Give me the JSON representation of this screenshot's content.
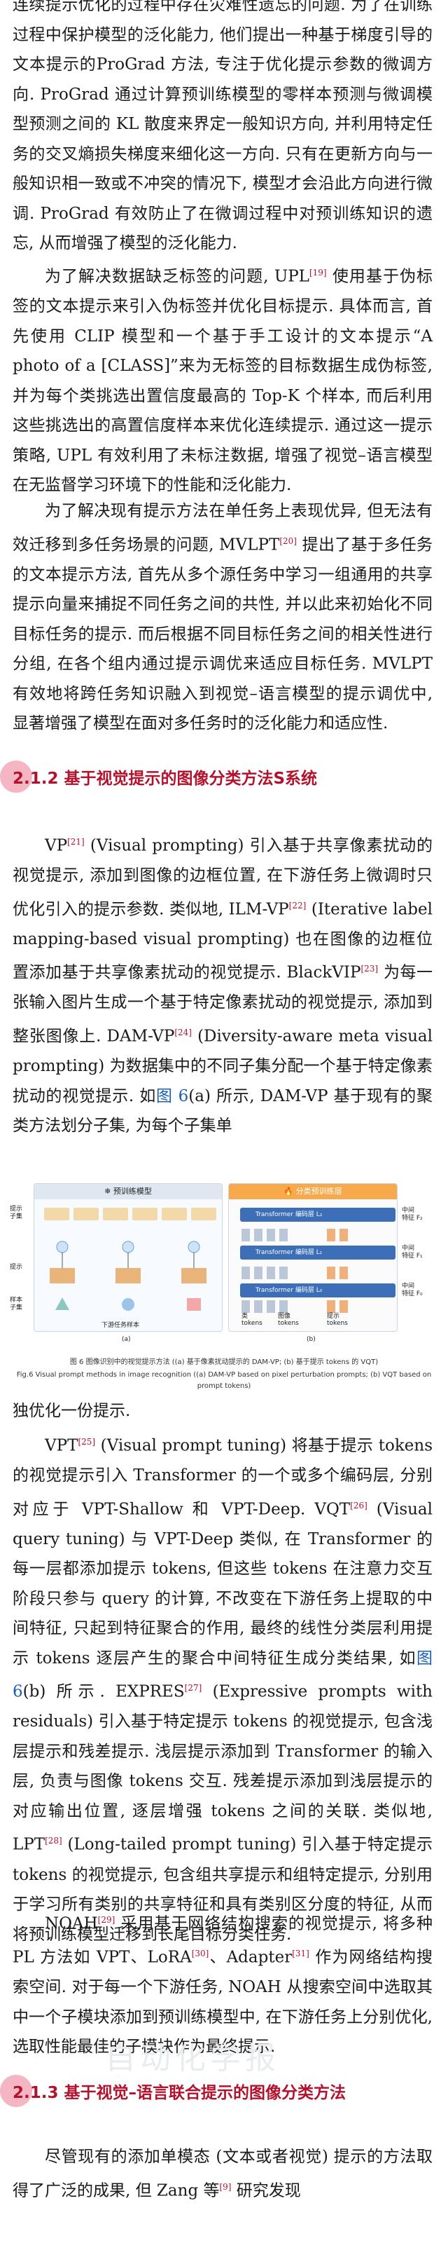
{
  "paras": {
    "p1": "连续提示优化的过程中存在灾难性遗忘的问题. 为了在训练过程中保护模型的泛化能力, 他们提出一种基于梯度引导的文本提示的ProGrad 方法, 专注于优化提示参数的微调方向. ProGrad 通过计算预训练模型的零样本预测与微调模型预测之间的 KL 散度来界定一般知识方向, 并利用特定任务的交叉熵损失梯度来细化这一方向. 只有在更新方向与一般知识相一致或不冲突的情况下, 模型才会沿此方向进行微调. ProGrad 有效防止了在微调过程中对预训练知识的遗忘, 从而增强了模型的泛化能力.",
    "p2a": "为了解决数据缺乏标签的问题, UPL",
    "p2_ref": "[19]",
    "p2b": " 使用基于伪标签的文本提示来引入伪标签并优化目标提示. 具体而言, 首先使用 CLIP 模型和一个基于手工设计的文本提示“A photo of a [CLASS]”来为无标签的目标数据生成伪标签, 并为每个类挑选出置信度最高的 Top-K 个样本, 而后利用这些挑选出的高置信度样本来优化连续提示. 通过这一提示策略, UPL 有效利用了未标注数据, 增强了视觉–语言模型在无监督学习环境下的性能和泛化能力.",
    "p3a": "为了解决现有提示方法在单任务上表现优异, 但无法有效迁移到多任务场景的问题, MVLPT",
    "p3_ref": "[20]",
    "p3b": " 提出了基于多任务的文本提示方法, 首先从多个源任务中学习一组通用的共享提示向量来捕捉不同任务之间的共性, 并以此来初始化不同目标任务的提示. 而后根据不同目标任务之间的相关性进行分组, 在各个组内通过提示调优来适应目标任务. MVLPT 有效地将跨任务知识融入到视觉–语言模型的提示调优中, 显著增强了模型在面对多任务时的泛化能力和适应性.",
    "p4a": "VP",
    "p4_r1": "[21]",
    "p4b": " (Visual prompting) 引入基于共享像素扰动的视觉提示, 添加到图像的边框位置, 在下游任务上微调时只优化引入的提示参数. 类似地, ILM-VP",
    "p4_r2": "[22]",
    "p4c": " (Iterative label mapping-based visual prompting) 也在图像的边框位置添加基于共享像素扰动的视觉提示. BlackVIP",
    "p4_r3": "[23]",
    "p4d": " 为每一张输入图片生成一个基于特定像素扰动的视觉提示, 添加到整张图像上. DAM-VP",
    "p4_r4": "[24]",
    "p4e": " (Diversity-aware meta visual prompting) 为数据集中的不同子集分配一个基于特定像素扰动的视觉提示. 如",
    "p4_link": "图 6",
    "p4f": "(a) 所示, DAM-VP 基于现有的聚类方法划分子集, 为每个子集单",
    "p5": "独优化一份提示.",
    "p6a": "VPT",
    "p6_r1": "[25]",
    "p6b": " (Visual prompt tuning) 将基于提示 tokens 的视觉提示引入 Transformer 的一个或多个编码层, 分别对应于 VPT-Shallow 和 VPT-Deep. VQT",
    "p6_r2": "[26]",
    "p6c": " (Visual query tuning) 与 VPT-Deep 类似, 在 Transformer 的每一层都添加提示 tokens, 但这些 tokens 在注意力交互阶段只参与 query 的计算, 不改变在下游任务上提取的中间特征, 只起到特征聚合的作用, 最终的线性分类层利用提示 tokens 逐层产生的聚合中间特征生成分类结果, 如",
    "p6_link": "图 6",
    "p6d": "(b) 所示. EXPRES",
    "p6_r3": "[27]",
    "p6e": " (Expressive prompts with residuals) 引入基于特定提示 tokens 的视觉提示, 包含浅层提示和残差提示. 浅层提示添加到 Transformer 的输入层, 负责与图像 tokens 交互. 残差提示添加到浅层提示的对应输出位置, 逐层增强 tokens 之间的关联. 类似地, LPT",
    "p6_r4": "[28]",
    "p6f": " (Long-tailed prompt tuning) 引入基于特定提示 tokens 的视觉提示, 包含组共享提示和组特定提示, 分别用于学习所有类别的共享特征和具有类别区分度的特征, 从而将预训练模型迁移到长尾目标分类任务.",
    "p7a": "NOAH",
    "p7_r1": "[29]",
    "p7b": " 采用基于网络结构搜索的视觉提示, 将多种 PL 方法如 VPT、LoRA",
    "p7_r2": "[30]",
    "p7c": "、Adapter",
    "p7_r3": "[31]",
    "p7d": " 作为网络结构搜索空间. 对于每一个下游任务, NOAH 从搜索空间中选取其中一个子模块添加到预训练模型中, 在下游任务上分别优化, 选取性能最佳的子模块作为最终提示.",
    "p8a": "尽管现有的添加单模态 (文本或者视觉) 提示的方法取得了广泛的成果, 但 Zang 等",
    "p8_ref": "[9]",
    "p8b": " 研究发现"
  },
  "sections": {
    "s212": "2.1.2  基于视觉提示的图像分类方法S系统",
    "s213": "2.1.3  基于视觉–语言联合提示的图像分类方法"
  },
  "figure": {
    "panel_a_title": "预训练模型",
    "panel_b_title": "分类预训练层",
    "side_labels": [
      "提示\n子集",
      "提示",
      "样本\n子集"
    ],
    "a_caption": "(a)",
    "b_caption": "(b)",
    "a_bottom": "下游任务样本",
    "enc_labels": [
      "Transformer 编码层 L₂",
      "Transformer 编码层 L₁",
      "Transformer 编码层 L₀"
    ],
    "mid_features": [
      "中间\n特征 F₂",
      "中间\n特征 F₁",
      "中间\n特征 F₀"
    ],
    "token_labels": [
      "类\ntokens",
      "图像\ntokens",
      "提示\ntokens"
    ],
    "caption_cn": "图 6   图像识别中的视觉提示方法 ((a) 基于像素扰动提示的 DAM-VP; (b) 基于提示 tokens 的 VQT)",
    "caption_en": "Fig.6   Visual prompt methods in image recognition ((a) DAM-VP based on pixel perturbation prompts; (b) VQT based on prompt tokens)"
  },
  "watermark": "自动化学报",
  "colors": {
    "accent": "#b3122c",
    "section_dot": "#f5b6c4",
    "link": "#1a5fb4"
  }
}
